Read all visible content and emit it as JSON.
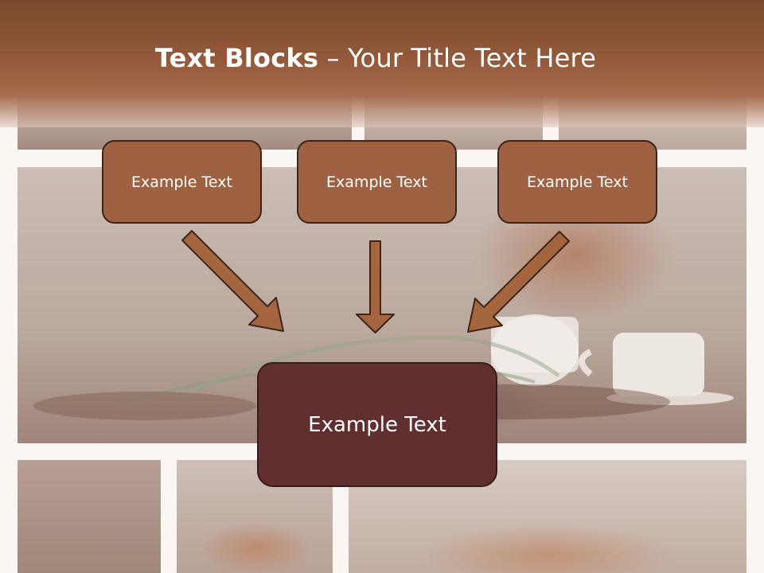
{
  "slide": {
    "title_bold": "Text Blocks",
    "title_separator": " – ",
    "title_rest": "Your Title Text Here"
  },
  "blocks": {
    "top_left": "Example Text",
    "top_center": "Example Text",
    "top_right": "Example Text",
    "bottom_center": "Example Text"
  },
  "colors": {
    "title_bar": "#93583a",
    "box_fill": "#9e6243",
    "main_box_fill": "#612f30",
    "arrow_fill": "#a4653f",
    "border": "#3e2418"
  }
}
